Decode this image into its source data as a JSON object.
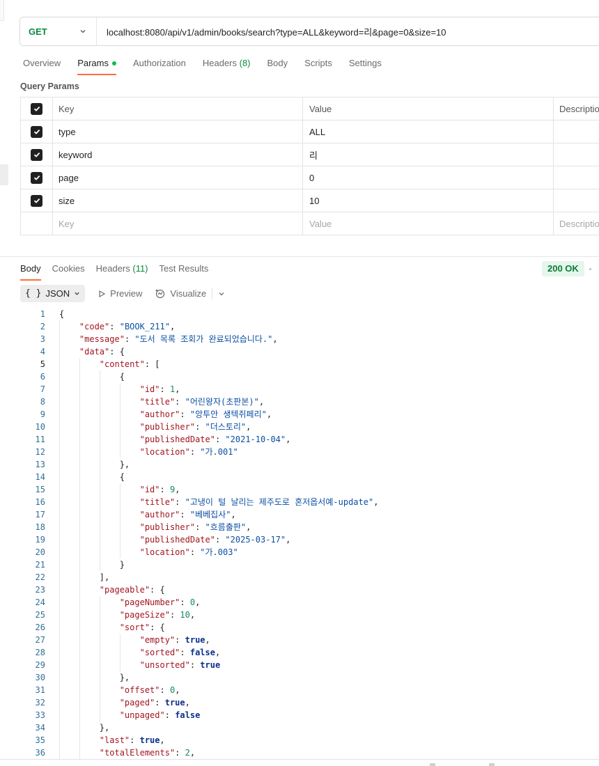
{
  "request": {
    "method": "GET",
    "url": "localhost:8080/api/v1/admin/books/search?type=ALL&keyword=리&page=0&size=10"
  },
  "request_tabs": [
    {
      "label": "Overview"
    },
    {
      "label": "Params"
    },
    {
      "label": "Authorization"
    },
    {
      "label": "Headers ",
      "count": "(8)"
    },
    {
      "label": "Body"
    },
    {
      "label": "Scripts"
    },
    {
      "label": "Settings"
    }
  ],
  "query_params": {
    "title": "Query Params",
    "headers": {
      "key": "Key",
      "value": "Value",
      "description": "Description"
    },
    "rows": [
      {
        "key": "type",
        "value": "ALL"
      },
      {
        "key": "keyword",
        "value": "리"
      },
      {
        "key": "page",
        "value": "0"
      },
      {
        "key": "size",
        "value": "10"
      }
    ],
    "placeholder": {
      "key": "Key",
      "value": "Value",
      "description": "Description"
    }
  },
  "response_tabs": [
    {
      "label": "Body"
    },
    {
      "label": "Cookies"
    },
    {
      "label": "Headers ",
      "count": "(11)"
    },
    {
      "label": "Test Results"
    }
  ],
  "status": "200 OK",
  "toolbar": {
    "format": "JSON",
    "format_icon": "{ }",
    "preview": "Preview",
    "visualize": "Visualize"
  },
  "colors": {
    "accent": "#ff6c37",
    "method_get": "#0b8a3e",
    "status_ok_bg": "#e5f6ec"
  },
  "code_lines": [
    {
      "n": "1",
      "d": 0,
      "t": [
        [
          "p",
          "{"
        ]
      ]
    },
    {
      "n": "2",
      "d": 1,
      "t": [
        [
          "k",
          "\"code\""
        ],
        [
          "p",
          ": "
        ],
        [
          "s",
          "\"BOOK_211\""
        ],
        [
          "p",
          ","
        ]
      ]
    },
    {
      "n": "3",
      "d": 1,
      "t": [
        [
          "k",
          "\"message\""
        ],
        [
          "p",
          ": "
        ],
        [
          "s",
          "\"도서 목록 조회가 완료되었습니다.\""
        ],
        [
          "p",
          ","
        ]
      ]
    },
    {
      "n": "4",
      "d": 1,
      "t": [
        [
          "k",
          "\"data\""
        ],
        [
          "p",
          ": {"
        ]
      ]
    },
    {
      "n": "5",
      "d": 2,
      "t": [
        [
          "k",
          "\"content\""
        ],
        [
          "p",
          ": ["
        ]
      ]
    },
    {
      "n": "6",
      "d": 3,
      "t": [
        [
          "p",
          "{"
        ]
      ]
    },
    {
      "n": "7",
      "d": 4,
      "t": [
        [
          "k",
          "\"id\""
        ],
        [
          "p",
          ": "
        ],
        [
          "n",
          "1"
        ],
        [
          "p",
          ","
        ]
      ]
    },
    {
      "n": "8",
      "d": 4,
      "t": [
        [
          "k",
          "\"title\""
        ],
        [
          "p",
          ": "
        ],
        [
          "s",
          "\"어린왕자(초판본)\""
        ],
        [
          "p",
          ","
        ]
      ]
    },
    {
      "n": "9",
      "d": 4,
      "t": [
        [
          "k",
          "\"author\""
        ],
        [
          "p",
          ": "
        ],
        [
          "s",
          "\"앙투안 생텍쥐페리\""
        ],
        [
          "p",
          ","
        ]
      ]
    },
    {
      "n": "10",
      "d": 4,
      "t": [
        [
          "k",
          "\"publisher\""
        ],
        [
          "p",
          ": "
        ],
        [
          "s",
          "\"더스토리\""
        ],
        [
          "p",
          ","
        ]
      ]
    },
    {
      "n": "11",
      "d": 4,
      "t": [
        [
          "k",
          "\"publishedDate\""
        ],
        [
          "p",
          ": "
        ],
        [
          "s",
          "\"2021-10-04\""
        ],
        [
          "p",
          ","
        ]
      ]
    },
    {
      "n": "12",
      "d": 4,
      "t": [
        [
          "k",
          "\"location\""
        ],
        [
          "p",
          ": "
        ],
        [
          "s",
          "\"가.001\""
        ]
      ]
    },
    {
      "n": "13",
      "d": 3,
      "t": [
        [
          "p",
          "},"
        ]
      ]
    },
    {
      "n": "14",
      "d": 3,
      "t": [
        [
          "p",
          "{"
        ]
      ]
    },
    {
      "n": "15",
      "d": 4,
      "t": [
        [
          "k",
          "\"id\""
        ],
        [
          "p",
          ": "
        ],
        [
          "n",
          "9"
        ],
        [
          "p",
          ","
        ]
      ]
    },
    {
      "n": "16",
      "d": 4,
      "t": [
        [
          "k",
          "\"title\""
        ],
        [
          "p",
          ": "
        ],
        [
          "s",
          "\"고냉이 털 날리는 제주도로 혼저옵서예-update\""
        ],
        [
          "p",
          ","
        ]
      ]
    },
    {
      "n": "17",
      "d": 4,
      "t": [
        [
          "k",
          "\"author\""
        ],
        [
          "p",
          ": "
        ],
        [
          "s",
          "\"베베집사\""
        ],
        [
          "p",
          ","
        ]
      ]
    },
    {
      "n": "18",
      "d": 4,
      "t": [
        [
          "k",
          "\"publisher\""
        ],
        [
          "p",
          ": "
        ],
        [
          "s",
          "\"흐름출판\""
        ],
        [
          "p",
          ","
        ]
      ]
    },
    {
      "n": "19",
      "d": 4,
      "t": [
        [
          "k",
          "\"publishedDate\""
        ],
        [
          "p",
          ": "
        ],
        [
          "s",
          "\"2025-03-17\""
        ],
        [
          "p",
          ","
        ]
      ]
    },
    {
      "n": "20",
      "d": 4,
      "t": [
        [
          "k",
          "\"location\""
        ],
        [
          "p",
          ": "
        ],
        [
          "s",
          "\"가.003\""
        ]
      ]
    },
    {
      "n": "21",
      "d": 3,
      "t": [
        [
          "p",
          "}"
        ]
      ]
    },
    {
      "n": "22",
      "d": 2,
      "t": [
        [
          "p",
          "],"
        ]
      ]
    },
    {
      "n": "23",
      "d": 2,
      "t": [
        [
          "k",
          "\"pageable\""
        ],
        [
          "p",
          ": {"
        ]
      ]
    },
    {
      "n": "24",
      "d": 3,
      "t": [
        [
          "k",
          "\"pageNumber\""
        ],
        [
          "p",
          ": "
        ],
        [
          "n",
          "0"
        ],
        [
          "p",
          ","
        ]
      ]
    },
    {
      "n": "25",
      "d": 3,
      "t": [
        [
          "k",
          "\"pageSize\""
        ],
        [
          "p",
          ": "
        ],
        [
          "n",
          "10"
        ],
        [
          "p",
          ","
        ]
      ]
    },
    {
      "n": "26",
      "d": 3,
      "t": [
        [
          "k",
          "\"sort\""
        ],
        [
          "p",
          ": {"
        ]
      ]
    },
    {
      "n": "27",
      "d": 4,
      "t": [
        [
          "k",
          "\"empty\""
        ],
        [
          "p",
          ": "
        ],
        [
          "b",
          "true"
        ],
        [
          "p",
          ","
        ]
      ]
    },
    {
      "n": "28",
      "d": 4,
      "t": [
        [
          "k",
          "\"sorted\""
        ],
        [
          "p",
          ": "
        ],
        [
          "b",
          "false"
        ],
        [
          "p",
          ","
        ]
      ]
    },
    {
      "n": "29",
      "d": 4,
      "t": [
        [
          "k",
          "\"unsorted\""
        ],
        [
          "p",
          ": "
        ],
        [
          "b",
          "true"
        ]
      ]
    },
    {
      "n": "30",
      "d": 3,
      "t": [
        [
          "p",
          "},"
        ]
      ]
    },
    {
      "n": "31",
      "d": 3,
      "t": [
        [
          "k",
          "\"offset\""
        ],
        [
          "p",
          ": "
        ],
        [
          "n",
          "0"
        ],
        [
          "p",
          ","
        ]
      ]
    },
    {
      "n": "32",
      "d": 3,
      "t": [
        [
          "k",
          "\"paged\""
        ],
        [
          "p",
          ": "
        ],
        [
          "b",
          "true"
        ],
        [
          "p",
          ","
        ]
      ]
    },
    {
      "n": "33",
      "d": 3,
      "t": [
        [
          "k",
          "\"unpaged\""
        ],
        [
          "p",
          ": "
        ],
        [
          "b",
          "false"
        ]
      ]
    },
    {
      "n": "34",
      "d": 2,
      "t": [
        [
          "p",
          "},"
        ]
      ]
    },
    {
      "n": "35",
      "d": 2,
      "t": [
        [
          "k",
          "\"last\""
        ],
        [
          "p",
          ": "
        ],
        [
          "b",
          "true"
        ],
        [
          "p",
          ","
        ]
      ]
    },
    {
      "n": "36",
      "d": 2,
      "t": [
        [
          "k",
          "\"totalElements\""
        ],
        [
          "p",
          ": "
        ],
        [
          "n",
          "2"
        ],
        [
          "p",
          ","
        ]
      ]
    }
  ]
}
